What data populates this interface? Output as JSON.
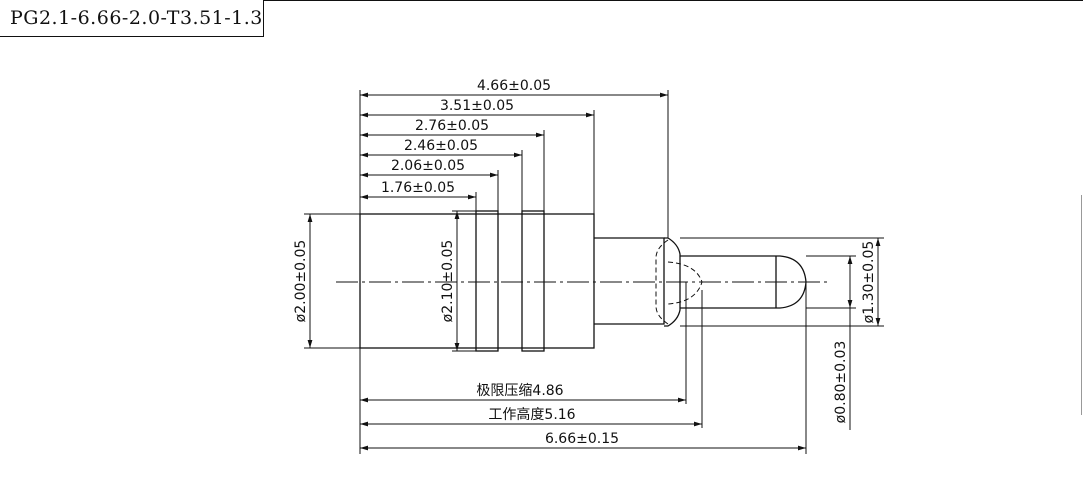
{
  "title": "PG2.1-6.66-2.0-T3.51-1.3",
  "dimensions": {
    "len_466": "4.66±0.05",
    "len_351": "3.51±0.05",
    "len_276": "2.76±0.05",
    "len_246": "2.46±0.05",
    "len_206": "2.06±0.05",
    "len_176": "1.76±0.05",
    "dia_200": "ø2.00±0.05",
    "dia_210": "ø2.10±0.05",
    "dia_130": "ø1.30±0.05",
    "dia_080": "ø0.80±0.03",
    "limit_compression": "极限压缩4.86",
    "working_height": "工作高度5.16",
    "total_length": "6.66±0.15"
  }
}
